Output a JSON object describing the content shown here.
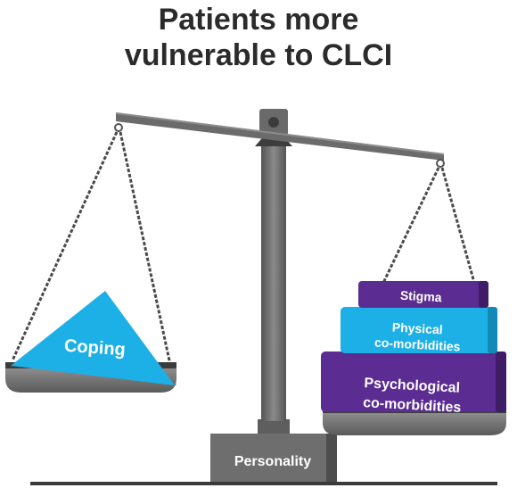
{
  "title": {
    "line1": "Patients more",
    "line2": "vulnerable to CLCI"
  },
  "left_pan": {
    "label": "Coping"
  },
  "right_pan": {
    "blocks": [
      {
        "lines": [
          "Stigma"
        ]
      },
      {
        "lines": [
          "Physical",
          "co-morbidities"
        ]
      },
      {
        "lines": [
          "Psychological",
          "co-morbidities"
        ]
      }
    ]
  },
  "base": {
    "label": "Personality"
  },
  "colors": {
    "purple": "#5b2c91",
    "blue": "#1cb0e6",
    "gray_dark": "#5a5a5a",
    "gray_mid": "#7a7a7a",
    "gray_light": "#9a9a9a"
  }
}
